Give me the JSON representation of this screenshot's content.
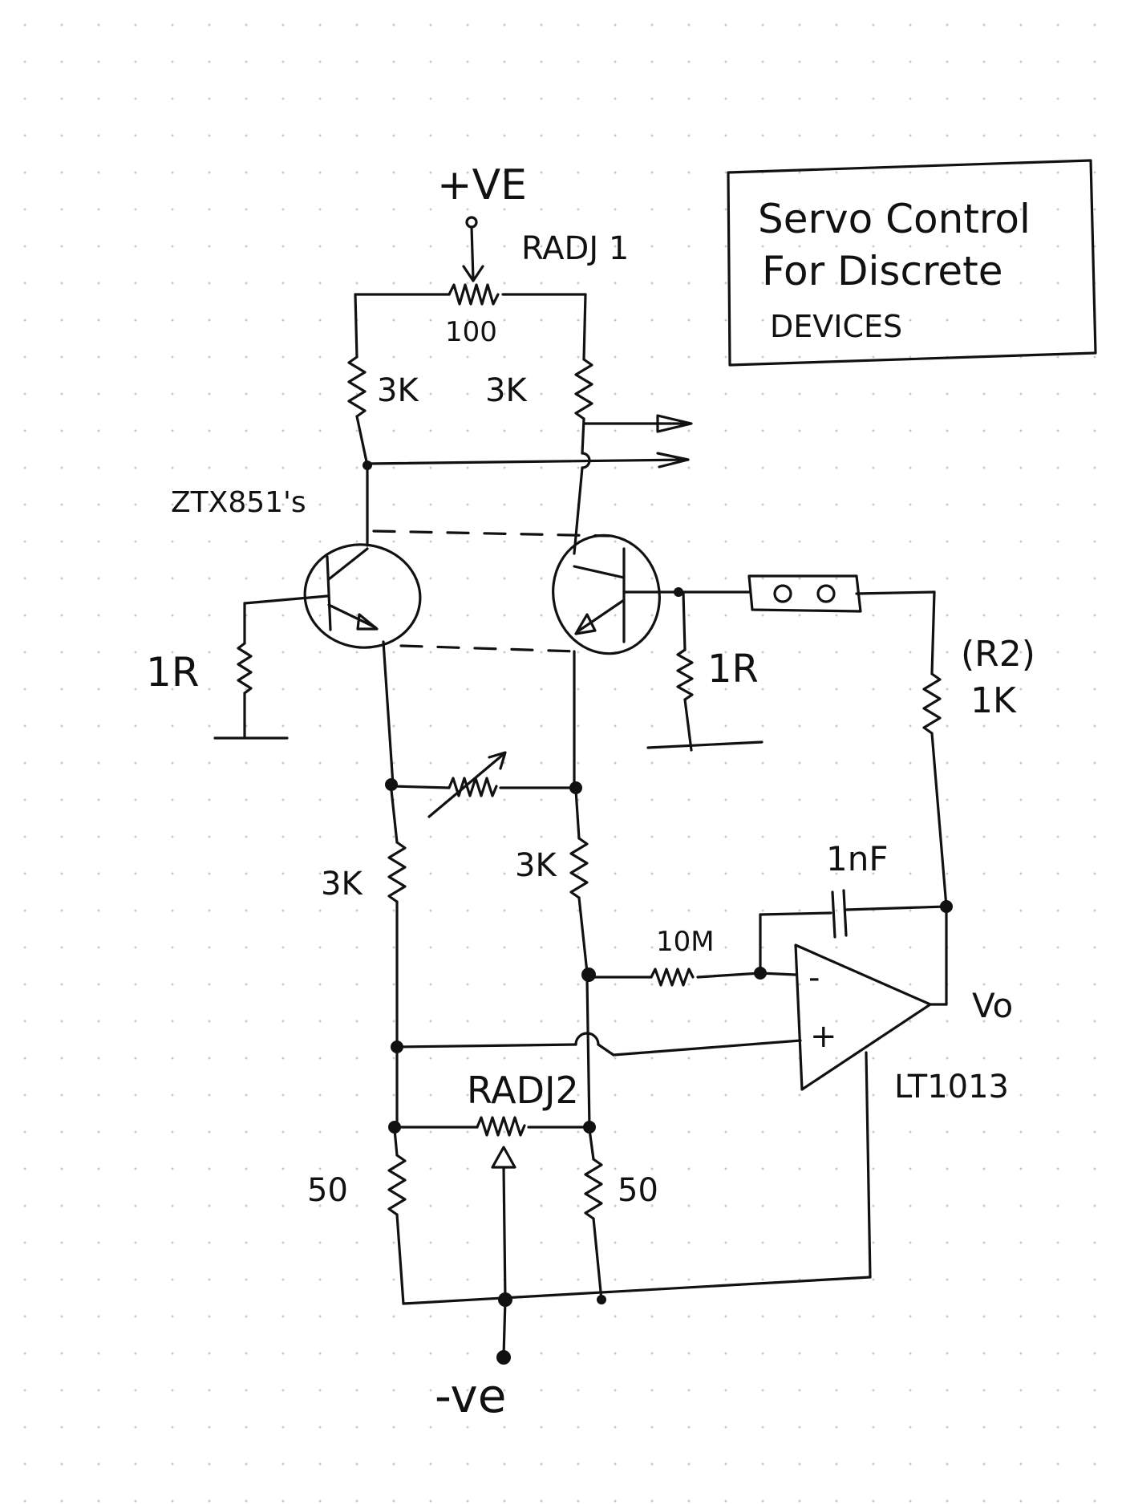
{
  "title": {
    "line1": "Servo Control",
    "line2": "For Discrete",
    "line3": "DEVICES"
  },
  "labels": {
    "supply_pos": "+VE",
    "supply_neg": "-ve",
    "radj1": "RADJ 1",
    "radj1_value": "100",
    "r_top_left": "3K",
    "r_top_right": "3K",
    "transistors": "ZTX851's",
    "r_base_left": "1R",
    "r_base_right": "1R",
    "r2_name": "(R2)",
    "r2_value": "1K",
    "cap": "1nF",
    "r_mid_left": "3K",
    "r_mid_right": "3K",
    "r_feedback": "10M",
    "radj2": "RADJ2",
    "r_bottom_left": "50",
    "r_bottom_right": "50",
    "opamp_minus": "-",
    "opamp_plus": "+",
    "opamp_output": "Vo",
    "opamp_part": "LT1013"
  }
}
